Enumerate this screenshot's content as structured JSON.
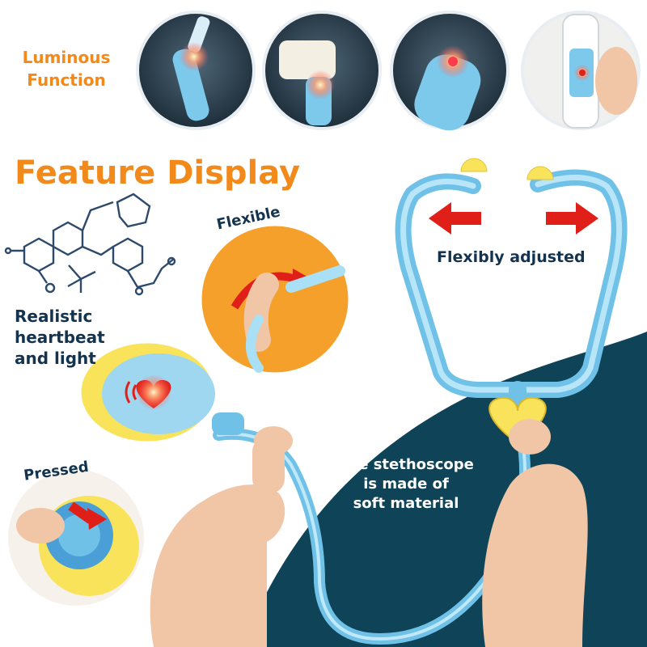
{
  "top_label": [
    "Luminous",
    "Function"
  ],
  "heading": "Feature Display",
  "flexible_label": "Flexible",
  "flexibly_adjusted_label": "Flexibly adjusted",
  "heartbeat_label": [
    "Realistic",
    "heartbeat",
    "and light"
  ],
  "pressed_label": "Pressed",
  "material_label": [
    "The stethoscope",
    "is made of",
    "soft material"
  ],
  "colors": {
    "accent_orange": "#f28a1b",
    "text_navy": "#13334e",
    "panel_dark_teal": "#0f4458",
    "toy_blue": "#7cc9ec",
    "toy_yellow": "#f8e35a",
    "arrow_red": "#e02018"
  }
}
